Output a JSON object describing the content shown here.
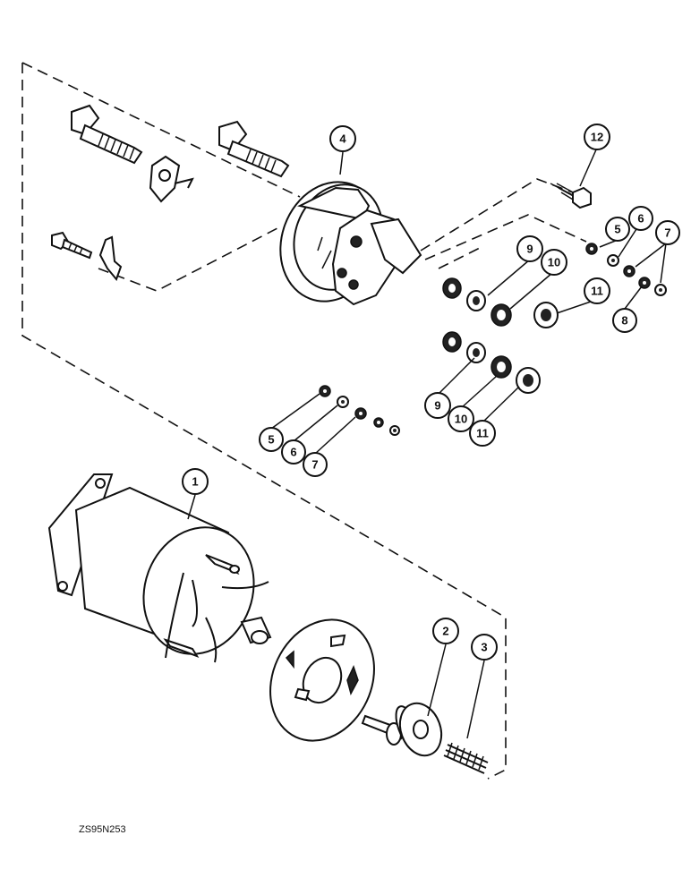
{
  "figure_code": "ZS95N253",
  "callouts": {
    "c1": "1",
    "c2": "2",
    "c3": "3",
    "c4": "4",
    "c5a": "5",
    "c6a": "6",
    "c7a": "7",
    "c8": "8",
    "c9a": "9",
    "c10a": "10",
    "c11a": "11",
    "c12": "12",
    "c5b": "5",
    "c6b": "6",
    "c7b": "7",
    "c9b": "9",
    "c10b": "10",
    "c11b": "11"
  }
}
